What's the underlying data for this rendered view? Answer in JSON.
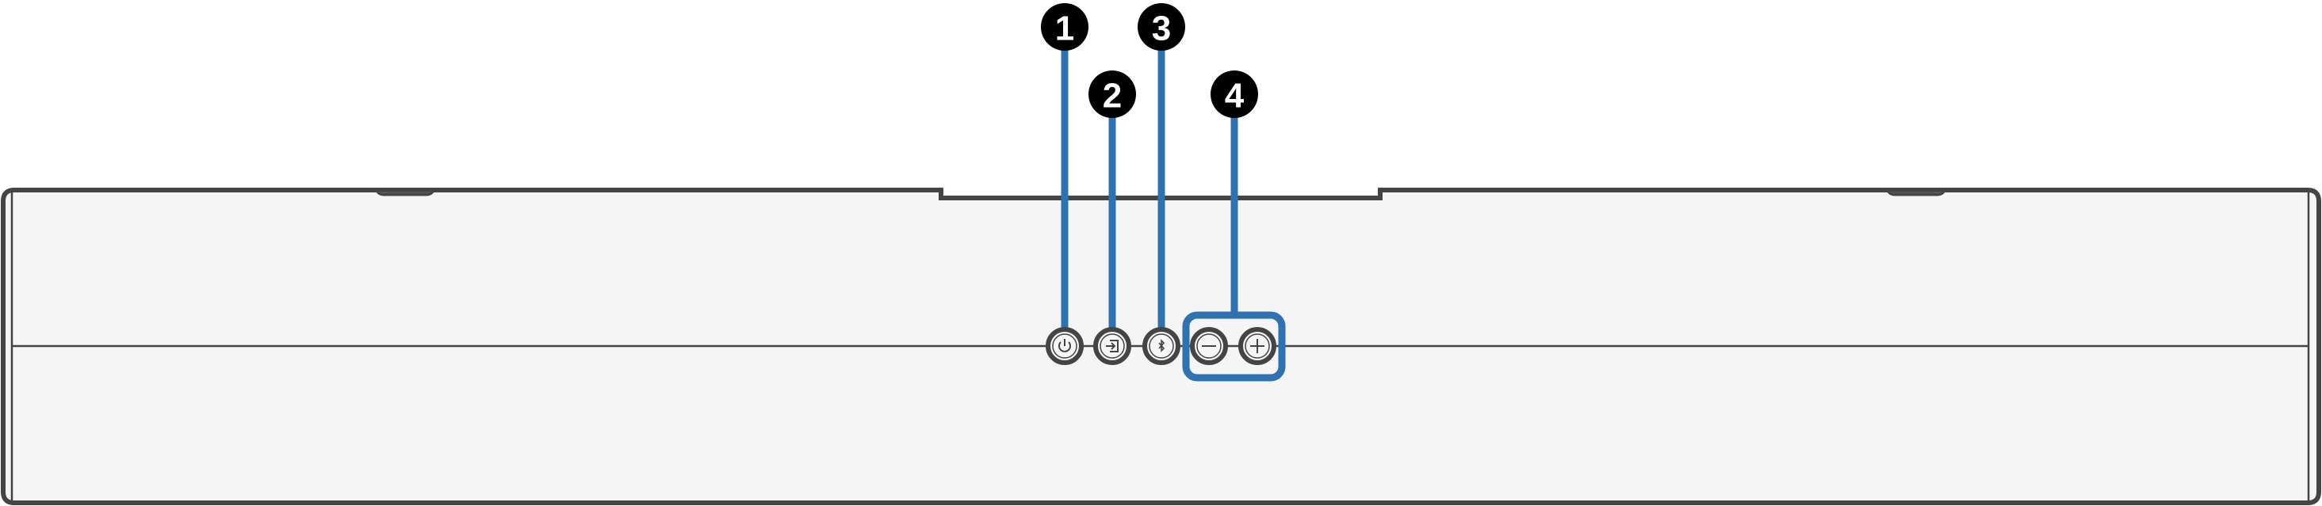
{
  "diagram": {
    "colors": {
      "outline": "#444444",
      "body_fill": "#f5f5f5",
      "callout_line": "#2f72b1",
      "callout_badge": "#000000",
      "callout_text": "#ffffff"
    },
    "callouts": [
      {
        "number": "1",
        "target": "power-button"
      },
      {
        "number": "2",
        "target": "input-button"
      },
      {
        "number": "3",
        "target": "bluetooth-button"
      },
      {
        "number": "4",
        "target": "volume-buttons"
      }
    ],
    "buttons": [
      {
        "icon": "power-icon"
      },
      {
        "icon": "input-icon"
      },
      {
        "icon": "bluetooth-icon"
      },
      {
        "icon": "minus-icon"
      },
      {
        "icon": "plus-icon"
      }
    ]
  }
}
